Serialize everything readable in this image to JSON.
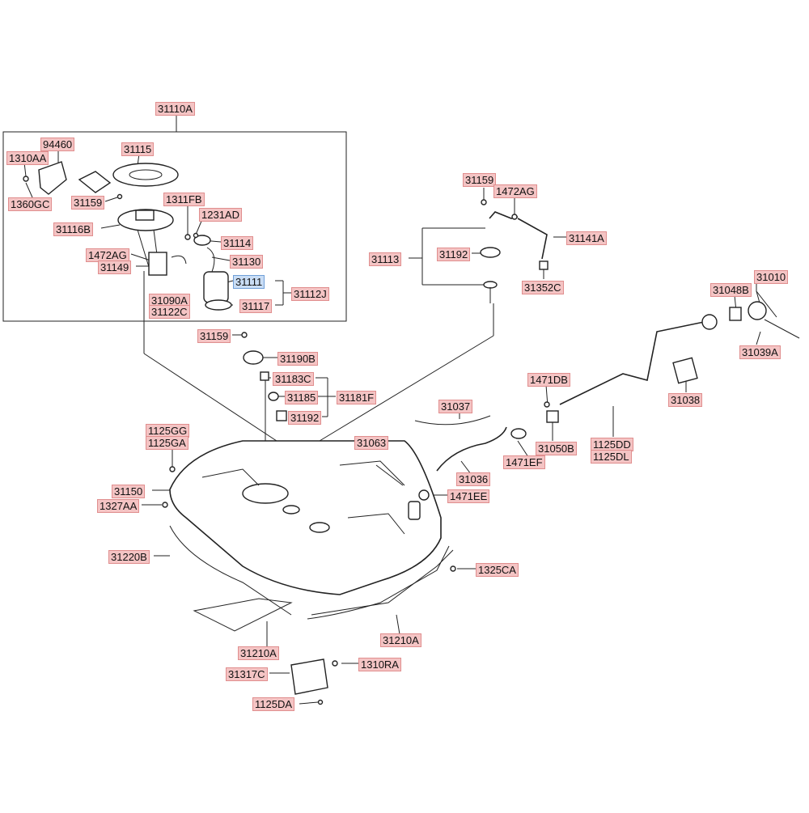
{
  "labels": {
    "l31110A": "31110A",
    "l94460": "94460",
    "l1310AA": "1310AA",
    "l1360GC": "1360GC",
    "l31115": "31115",
    "l31159a": "31159",
    "l1311FB": "1311FB",
    "l1231AD": "1231AD",
    "l31116B": "31116B",
    "l31114": "31114",
    "l1472AGa": "1472AG",
    "l31149": "31149",
    "l31130": "31130",
    "l31111": "31111",
    "l31112J": "31112J",
    "l31090A": "31090A",
    "l31122C": "31122C",
    "l31117": "31117",
    "l31159b": "31159",
    "l1472AGb": "1472AG",
    "l31141A": "31141A",
    "l31113": "31113",
    "l31192a": "31192",
    "l31352C": "31352C",
    "l31010": "31010",
    "l31048B": "31048B",
    "l31039A": "31039A",
    "l31159c": "31159",
    "l31190B": "31190B",
    "l31183C": "31183C",
    "l31185": "31185",
    "l31181F": "31181F",
    "l31192b": "31192",
    "l1471DB": "1471DB",
    "l31038": "31038",
    "l31037": "31037",
    "l1125GG": "1125GG",
    "l1125GA": "1125GA",
    "l31063": "31063",
    "l31050B": "31050B",
    "l1125DD": "1125DD",
    "l1125DL": "1125DL",
    "l1471EF": "1471EF",
    "l31036": "31036",
    "l31150": "31150",
    "l1471EE": "1471EE",
    "l1327AA": "1327AA",
    "l31220B": "31220B",
    "l1325CA": "1325CA",
    "l31210Aa": "31210A",
    "l31210Ab": "31210A",
    "l1310RA": "1310RA",
    "l31317C": "31317C",
    "l1125DA": "1125DA"
  },
  "highlighted_part": "31111",
  "colors": {
    "label_fill": "#f4c4c4",
    "label_border": "#e08e8e",
    "selected_fill": "#c9ddf5",
    "selected_border": "#6f9fd8",
    "line": "#222222"
  }
}
